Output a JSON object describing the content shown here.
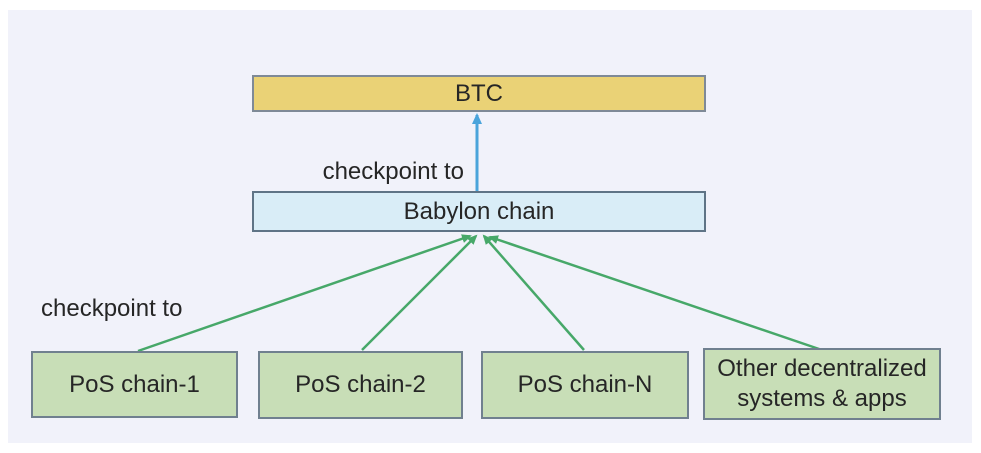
{
  "colors": {
    "page_bg": "#ffffff",
    "panel_bg": "#f1f2fa",
    "btc_arrow": "#4aa4db",
    "pos_arrow": "#47a869",
    "text": "#262626"
  },
  "nodes": {
    "btc": {
      "label": "BTC",
      "fill": "#ead276",
      "border": "#7f8a97"
    },
    "babylon": {
      "label": "Babylon chain",
      "fill": "#d9edf7",
      "border": "#5f7486"
    },
    "pos_chain_1": {
      "label": "PoS chain-1",
      "fill": "#c8deb7",
      "border": "#70808f"
    },
    "pos_chain_2": {
      "label": "PoS chain-2",
      "fill": "#c8deb7",
      "border": "#70808f"
    },
    "pos_chain_n": {
      "label": "PoS chain-N",
      "fill": "#c8deb7",
      "border": "#70808f"
    },
    "other_systems": {
      "label": "Other decentralized systems & apps",
      "fill": "#c8deb7",
      "border": "#70808f"
    }
  },
  "labels": {
    "checkpoint_to_btc": "checkpoint to",
    "checkpoint_to_babylon": "checkpoint to"
  }
}
